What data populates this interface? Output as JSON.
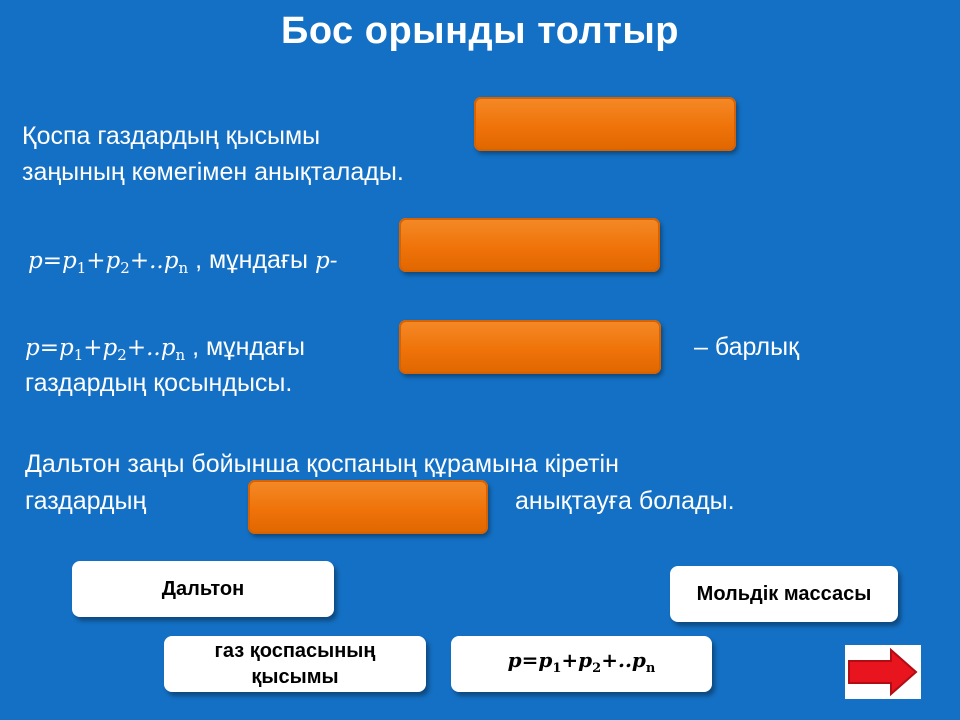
{
  "title": "Бос орынды толтыр",
  "statements": {
    "s1_line1": "Қоспа газдардың  қысымы",
    "s1_line2": "заңының көмегімен анықталады.",
    "s2_formula": "p=p1+p2+..pn",
    "s2_text": ", мұндағы ",
    "s2_var": "p-",
    "s3_formula": "p=p1+p2+..pn",
    "s3_text": ", мұндағы",
    "s3_tail": "– барлық",
    "s3_line2": "газдардың қосындысы.",
    "s4_line1": "Дальтон заңы бойынша қоспаның құрамына кіретін",
    "s4_line2a": "газдардың",
    "s4_line2b": "анықтауға болады."
  },
  "formula_parts": {
    "lhs": "p",
    "eq": "=",
    "p": "p",
    "sub1": "1",
    "plus": "+",
    "sub2": "2",
    "dots": "+..",
    "subn": "n"
  },
  "answers": {
    "dalton": "Дальтон",
    "molar_mass": "Мольдік массасы",
    "gas_pressure_line1": "газ қоспасының",
    "gas_pressure_line2": "қысымы",
    "formula": "p=p1+p2+..pn"
  },
  "next_icon": "right-arrow-icon",
  "colors": {
    "background": "#1470c4",
    "blank": "#ef7309",
    "arrow": "#e8141e"
  }
}
